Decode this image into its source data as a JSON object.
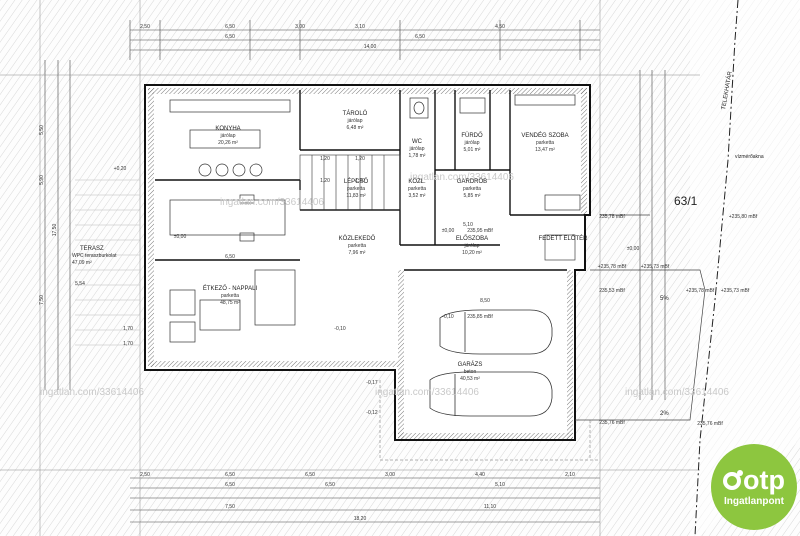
{
  "rooms": {
    "konyha": {
      "name": "KONYHA",
      "floor": "járólap",
      "area": "20,26 m²"
    },
    "tarolo": {
      "name": "TÁROLÓ",
      "floor": "járólap",
      "area": "6,48 m²"
    },
    "wc": {
      "name": "WC",
      "floor": "járólap",
      "area": "1,78 m²"
    },
    "furdo": {
      "name": "FÜRDŐ",
      "floor": "járólap",
      "area": "5,01 m²"
    },
    "vendeg": {
      "name": "VENDÉG SZOBA",
      "floor": "parketta",
      "area": "13,47 m²"
    },
    "lepcso": {
      "name": "LÉPCSŐ",
      "floor": "parketta",
      "area": "11,83 m²"
    },
    "kozl": {
      "name": "KÖZL.",
      "floor": "parketta",
      "area": "3,52 m²"
    },
    "garderob": {
      "name": "GARDRÓB",
      "floor": "parketta",
      "area": "5,85 m²"
    },
    "kozlekedo": {
      "name": "KÖZLEKEDŐ",
      "floor": "parketta",
      "area": "7,96 m²"
    },
    "eloszoba": {
      "name": "ELŐSZOBA",
      "floor": "járólap",
      "area": "10,20 m²"
    },
    "fedett": {
      "name": "FEDETT ELŐTÉR"
    },
    "etkezo": {
      "name": "ÉTKEZŐ - NAPPALI",
      "floor": "parketta",
      "area": "48,75 m²"
    },
    "garazs": {
      "name": "GARÁZS",
      "floor": "beton",
      "area": "40,53 m²"
    },
    "terasz": {
      "name": "TERASZ",
      "floor": "WPC teraszburkolat",
      "area": "47,09 m²"
    }
  },
  "levels": {
    "zero": "±0,00",
    "entry": "235,95 mBf",
    "gar_in": "-0,10",
    "gar_lvl": "235,85 mBf",
    "neg17": "-0,17",
    "neg12": "-0,12",
    "neg10": "-0,10",
    "p020": "+0,20",
    "r1": "+235,78 mBf",
    "r2": "+235,73 mBf",
    "r3": "235,76 mBf",
    "r4": "235,53 mBf",
    "r5": "+235,80 mBf",
    "r6": "235,78 mBf",
    "r7": "235,76 mBf"
  },
  "plot": {
    "parcel": "63/1",
    "street": "TELEKHATÁR",
    "note": "vízmérőakna",
    "slope": "2%",
    "slope2": "5%"
  },
  "dims": {
    "top1": [
      "2,50",
      "6,50",
      "3,00",
      "3,10",
      "4,50"
    ],
    "top2": [
      "6,50",
      "6,50"
    ],
    "top3": [
      "14,00"
    ],
    "bot1": [
      "2,50",
      "6,50",
      "6,50",
      "3,00",
      "4,40",
      "2,10"
    ],
    "bot2": [
      "6,50",
      "6,50",
      "5,10"
    ],
    "bot3": [
      "7,50",
      "11,10"
    ],
    "bot4": [
      "18,20"
    ],
    "left": [
      "5,50",
      "5,90",
      "17,50",
      "7,50",
      "5,54"
    ],
    "inner": [
      "6,50",
      "5,10",
      "8,50",
      "1,20",
      "1,20",
      "1,20",
      "1,20",
      "1,70",
      "1,70"
    ]
  },
  "watermark": "ingatlan.com/33614406",
  "brand": {
    "name": "otp",
    "sub": "Ingatlanpont",
    "color": "#8dc63f"
  }
}
